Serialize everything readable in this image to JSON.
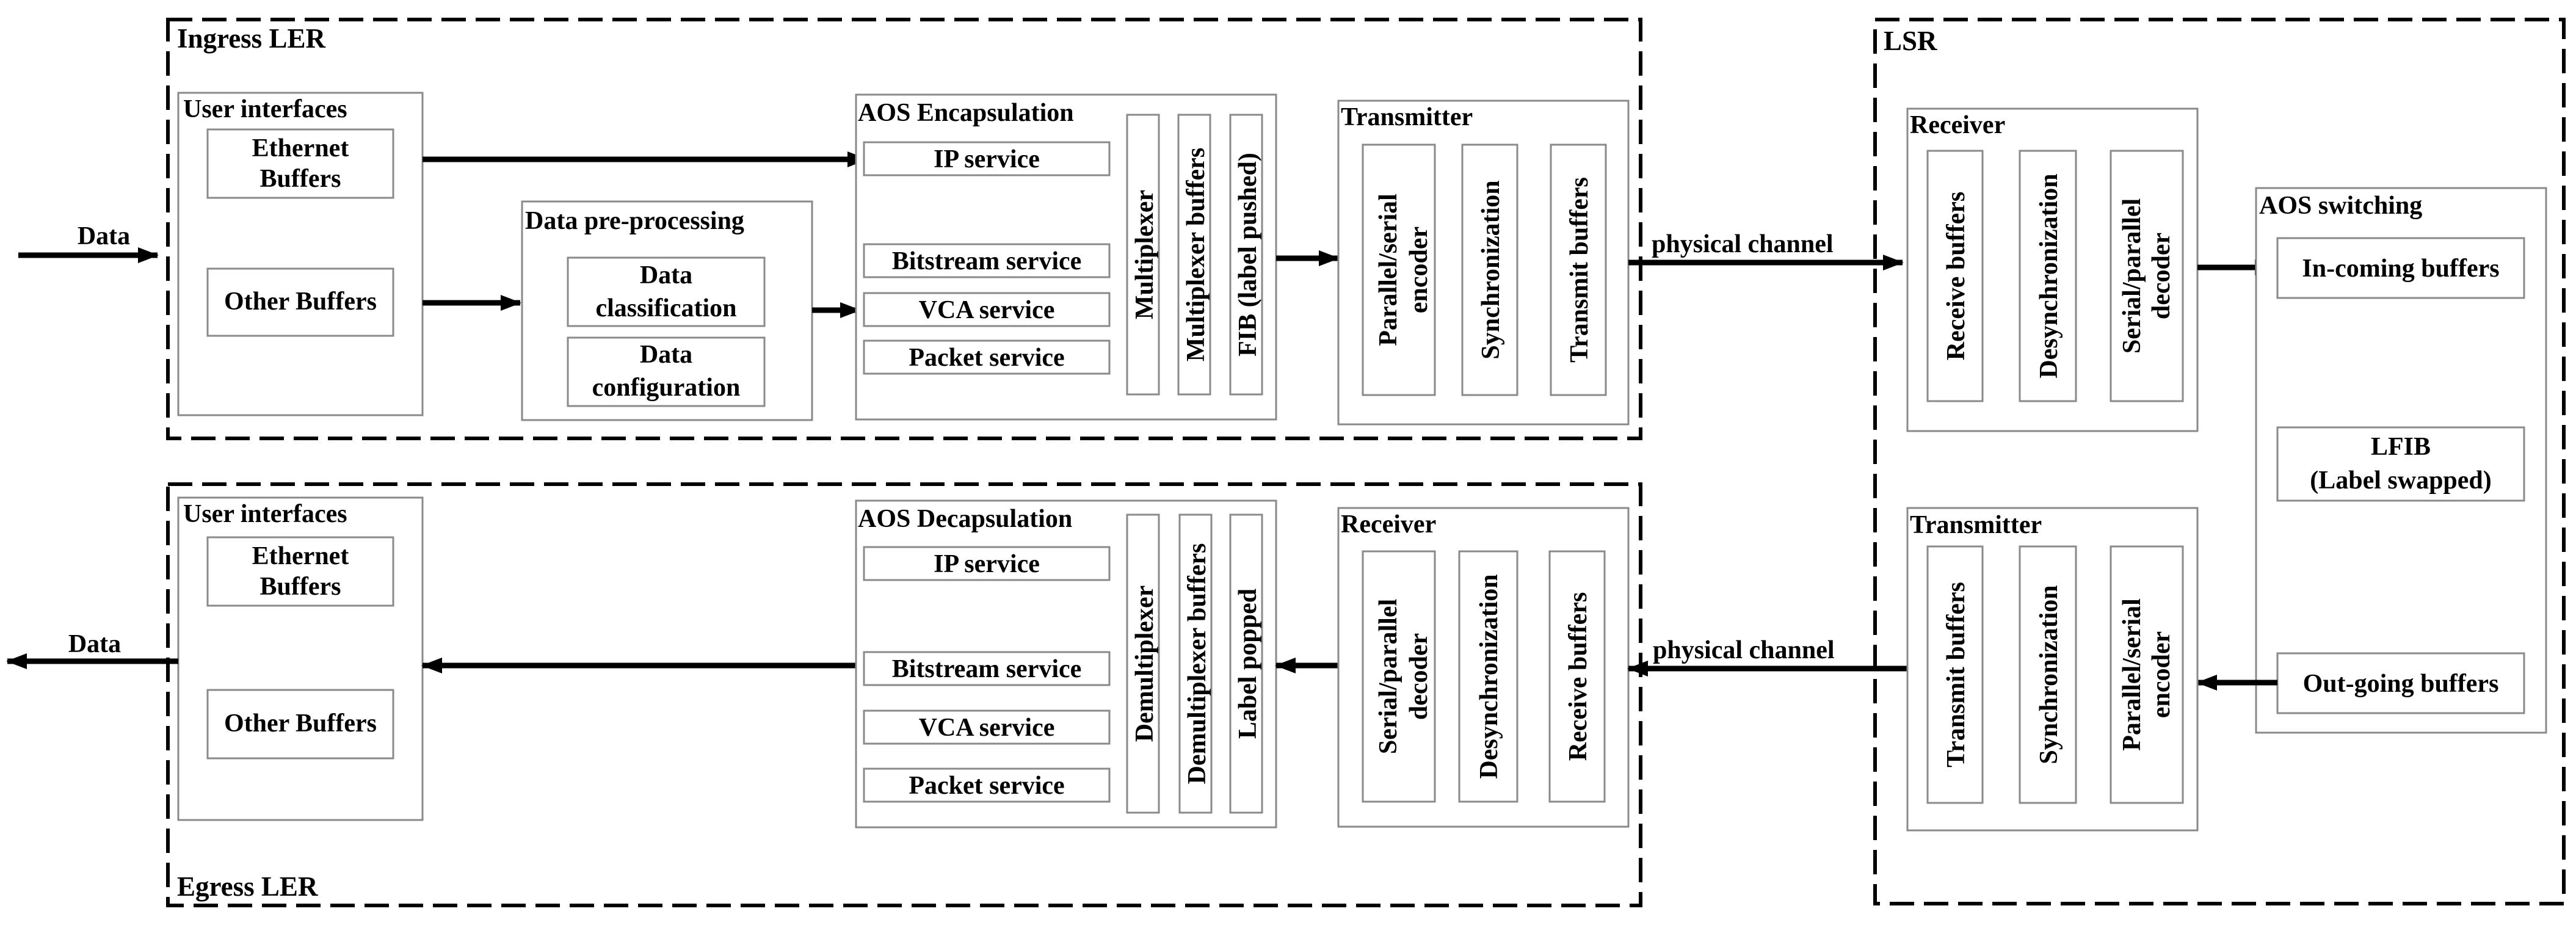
{
  "ingress": {
    "title": "Ingress LER",
    "user_interfaces": {
      "title": "User interfaces",
      "ethernet": [
        "Ethernet",
        "Buffers"
      ],
      "other": "Other Buffers"
    },
    "data_in_label": "Data",
    "preprocessing": {
      "title": "Data pre-processing",
      "classification": [
        "Data",
        "classification"
      ],
      "configuration": [
        "Data",
        "configuration"
      ]
    },
    "encapsulation": {
      "title": "AOS Encapsulation",
      "services": [
        "IP service",
        "Bitstream service",
        "VCA service",
        "Packet service"
      ],
      "multiplexer": "Multiplexer",
      "multiplexer_buffers": "Multiplexer buffers",
      "fib": "FIB (label pushed)"
    },
    "transmitter": {
      "title": "Transmitter",
      "encoder": [
        "Parallel/serial",
        "encoder"
      ],
      "sync": "Synchronization",
      "buffers": "Transmit buffers"
    }
  },
  "egress": {
    "title": "Egress LER",
    "user_interfaces": {
      "title": "User interfaces",
      "ethernet": [
        "Ethernet",
        "Buffers"
      ],
      "other": "Other Buffers"
    },
    "data_out_label": "Data",
    "decapsulation": {
      "title": "AOS Decapsulation",
      "services": [
        "IP service",
        "Bitstream service",
        "VCA service",
        "Packet service"
      ],
      "demultiplexer": "Demultiplexer",
      "demultiplexer_buffers": "Demultiplexer buffers",
      "label_popped": "Label popped"
    },
    "receiver": {
      "title": "Receiver",
      "decoder": [
        "Serial/parallel",
        "decoder"
      ],
      "desync": "Desynchronization",
      "buffers": "Receive buffers"
    }
  },
  "lsr": {
    "title": "LSR",
    "receiver": {
      "title": "Receiver",
      "buffers": "Receive buffers",
      "desync": "Desynchronization",
      "decoder": [
        "Serial/parallel",
        "decoder"
      ]
    },
    "switching": {
      "title": "AOS switching",
      "incoming": "In-coming buffers",
      "lfib": [
        "LFIB",
        "(Label swapped)"
      ],
      "outgoing": "Out-going buffers"
    },
    "transmitter": {
      "title": "Transmitter",
      "buffers": "Transmit  buffers",
      "sync": "Synchronization",
      "encoder": [
        "Parallel/serial",
        "encoder"
      ]
    }
  },
  "channels": {
    "top": "physical channel",
    "bottom": "physical channel"
  }
}
